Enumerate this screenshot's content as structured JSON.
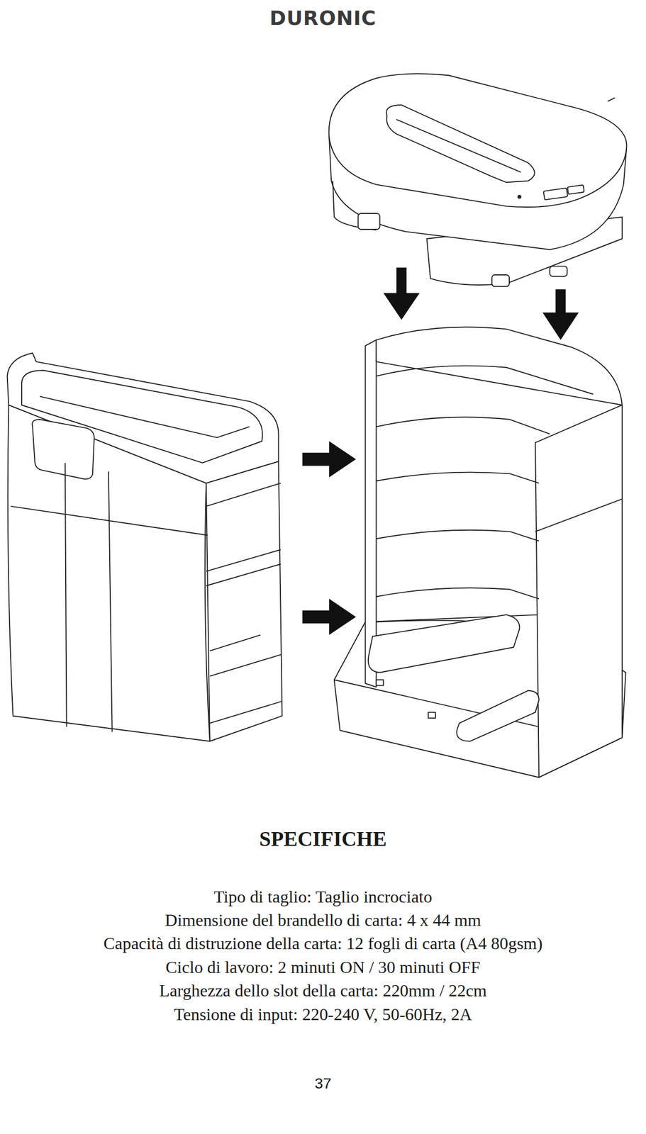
{
  "diagram": {
    "title": "SPECIFICHE",
    "labels": [
      "DURONIC",
      "Tipo di taglio: Taglio incrociato",
      "Dimensione del brandello di carta: 4 x 44 mm",
      "Capacità di distruzione della carta: 12 fogli di carta (A4 80gsm)",
      "Ciclo di lavoro: 2 minuti ON / 30 minuti OFF",
      "Larghezza dello slot della carta: 220mm / 22cm",
      "Tensione di input: 220-240 V, 50-60Hz, 2A",
      "37"
    ]
  }
}
